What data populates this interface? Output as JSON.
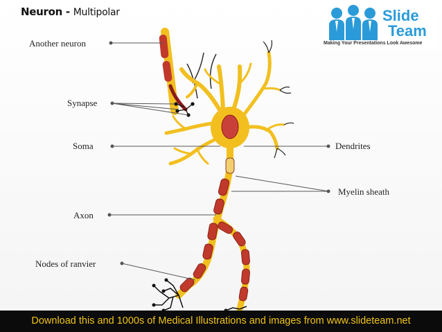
{
  "title": {
    "main": "Neuron -",
    "sub": "Multipolar"
  },
  "logo": {
    "word1": "Slide",
    "word2": "Team",
    "tagline": "Making Your Presentations Look Awesome"
  },
  "labels": {
    "another_neuron": "Another neuron",
    "synapse": "Synapse",
    "soma": "Soma",
    "axon": "Axon",
    "nodes_of_ranvier": "Nodes of ranvier",
    "dendrites": "Dendrites",
    "myelin_sheath": "Myelin sheath"
  },
  "footer": "Download this and 1000s of Medical Illustrations and images from www.slideteam.net",
  "colors": {
    "neuron": "#f2bf1f",
    "myelin": "#c0392b",
    "nucleus": "#c9403a",
    "logo": "#2a9bd8",
    "footer_text": "#f0c419"
  }
}
